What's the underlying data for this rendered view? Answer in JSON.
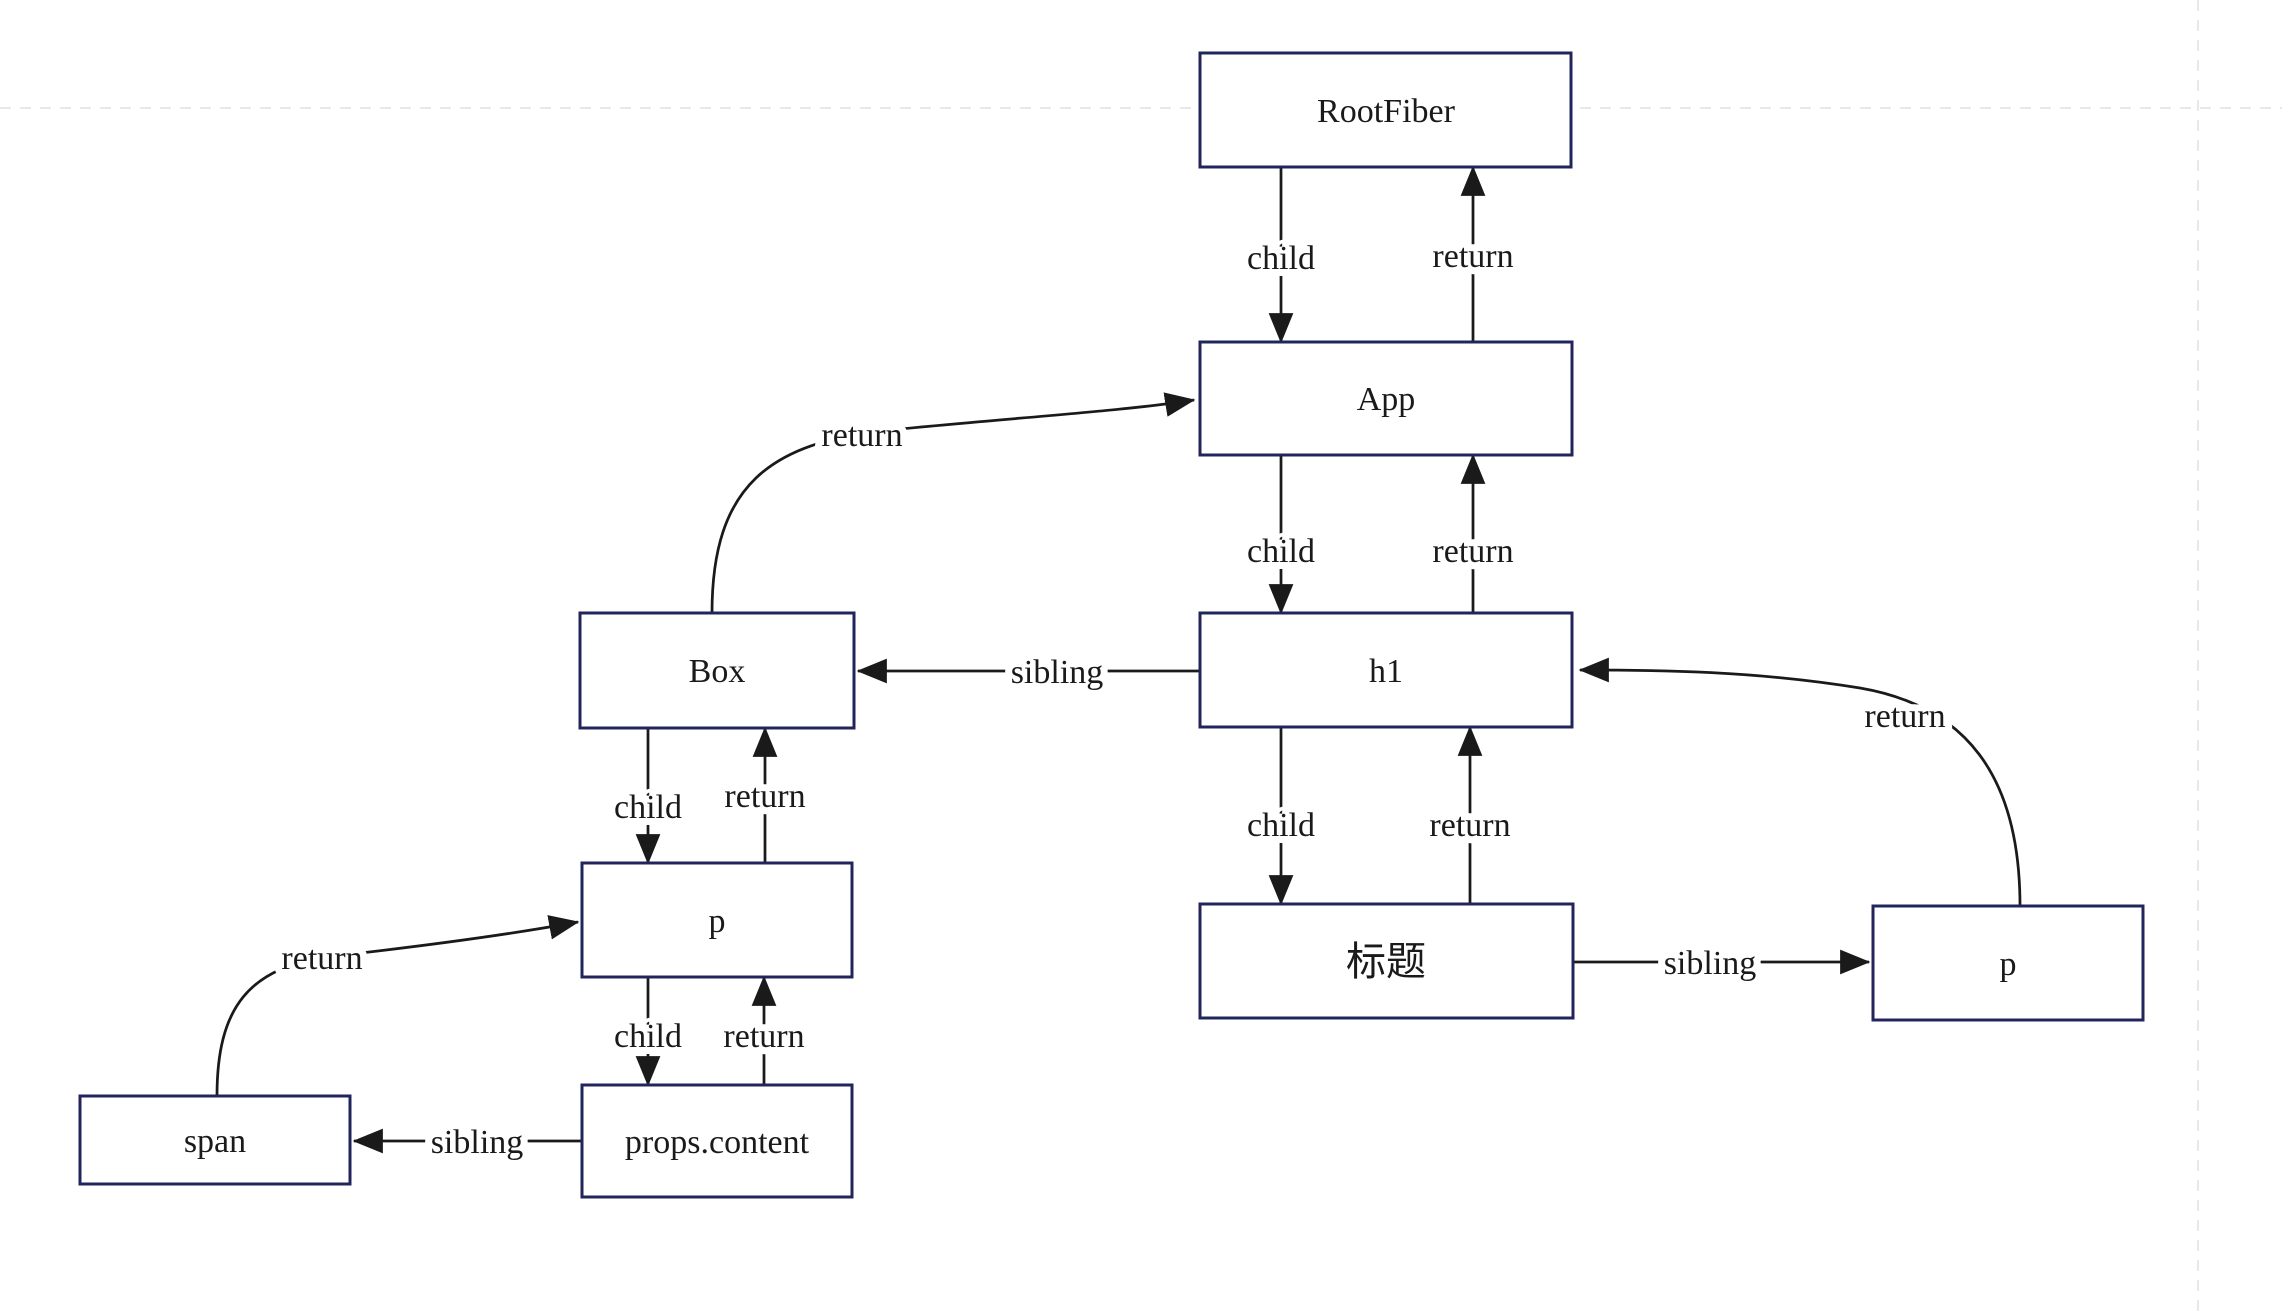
{
  "colors": {
    "canvas_bg": "#ffffff",
    "node_border": "#22245c",
    "node_fill": "#ffffff",
    "edge_line": "#1a1a1a",
    "text": "#1a1a1a",
    "page_break_line": "#e0e0e0"
  },
  "diagram": {
    "nodes": [
      {
        "id": "rootfiber",
        "label": "RootFiber"
      },
      {
        "id": "app",
        "label": "App"
      },
      {
        "id": "h1",
        "label": "h1"
      },
      {
        "id": "title",
        "label": "标题"
      },
      {
        "id": "p-right",
        "label": "p"
      },
      {
        "id": "box",
        "label": "Box"
      },
      {
        "id": "p-left",
        "label": "p"
      },
      {
        "id": "props-content",
        "label": "props.content"
      },
      {
        "id": "span",
        "label": "span"
      }
    ],
    "edges": [
      {
        "from": "RootFiber",
        "to": "App",
        "label": "child"
      },
      {
        "from": "App",
        "to": "RootFiber",
        "label": "return"
      },
      {
        "from": "App",
        "to": "h1",
        "label": "child"
      },
      {
        "from": "h1",
        "to": "App",
        "label": "return"
      },
      {
        "from": "h1",
        "to": "标题",
        "label": "child"
      },
      {
        "from": "标题",
        "to": "h1",
        "label": "return"
      },
      {
        "from": "h1",
        "to": "Box",
        "label": "sibling"
      },
      {
        "from": "Box",
        "to": "App",
        "label": "return"
      },
      {
        "from": "Box",
        "to": "p",
        "label": "child"
      },
      {
        "from": "p",
        "to": "Box",
        "label": "return"
      },
      {
        "from": "p",
        "to": "props.content",
        "label": "child"
      },
      {
        "from": "props.content",
        "to": "p",
        "label": "return"
      },
      {
        "from": "props.content",
        "to": "span",
        "label": "sibling"
      },
      {
        "from": "span",
        "to": "p",
        "label": "return"
      },
      {
        "from": "标题",
        "to": "p",
        "label": "sibling"
      },
      {
        "from": "p",
        "to": "h1",
        "label": "return"
      }
    ]
  }
}
